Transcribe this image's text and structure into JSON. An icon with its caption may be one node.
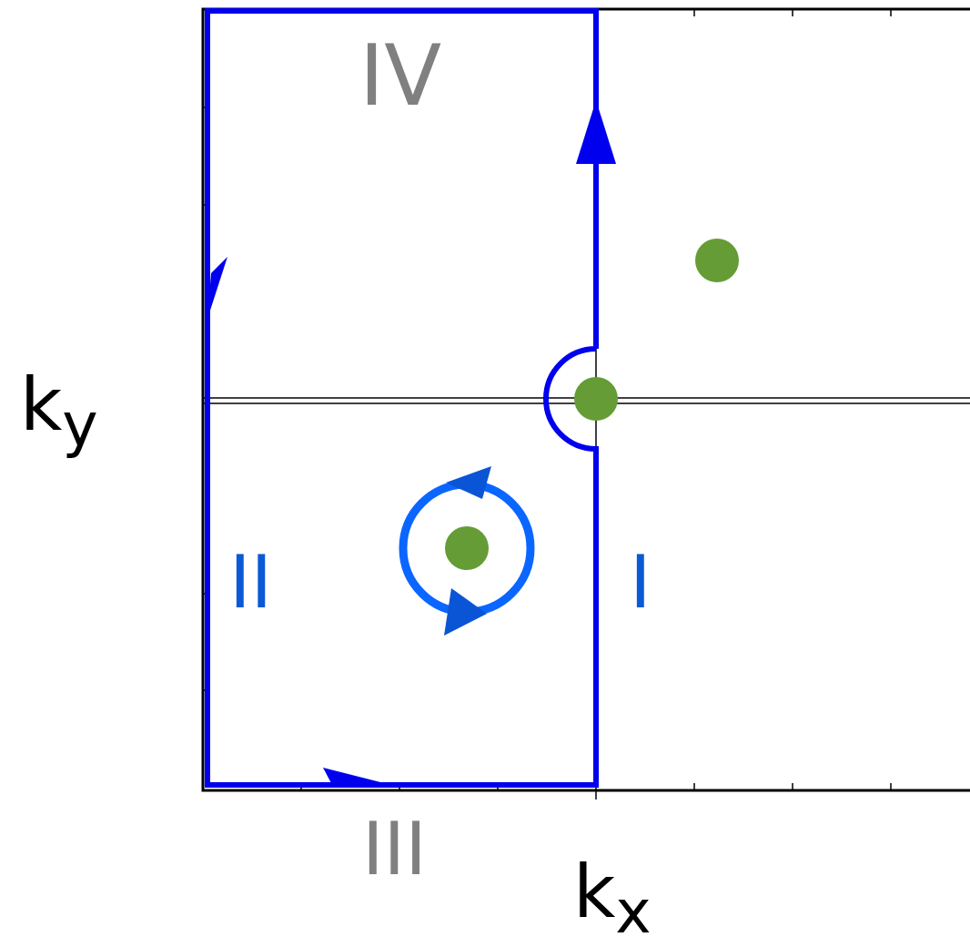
{
  "diagram": {
    "labels": [
      "IV",
      "k$_{y}$",
      "II",
      "I",
      "III",
      "k$_{x}$"
    ]
  }
}
